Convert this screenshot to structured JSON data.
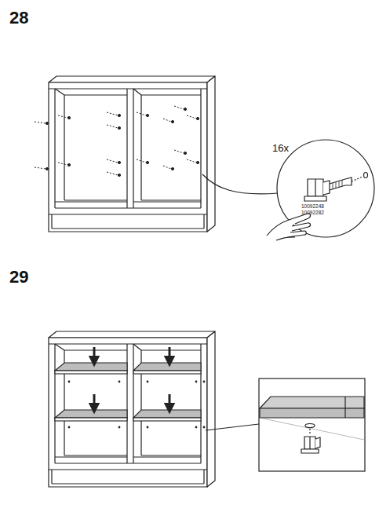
{
  "diagram": {
    "labels": [
      "28",
      "16x",
      "10092248",
      "10092282",
      "29"
    ]
  }
}
